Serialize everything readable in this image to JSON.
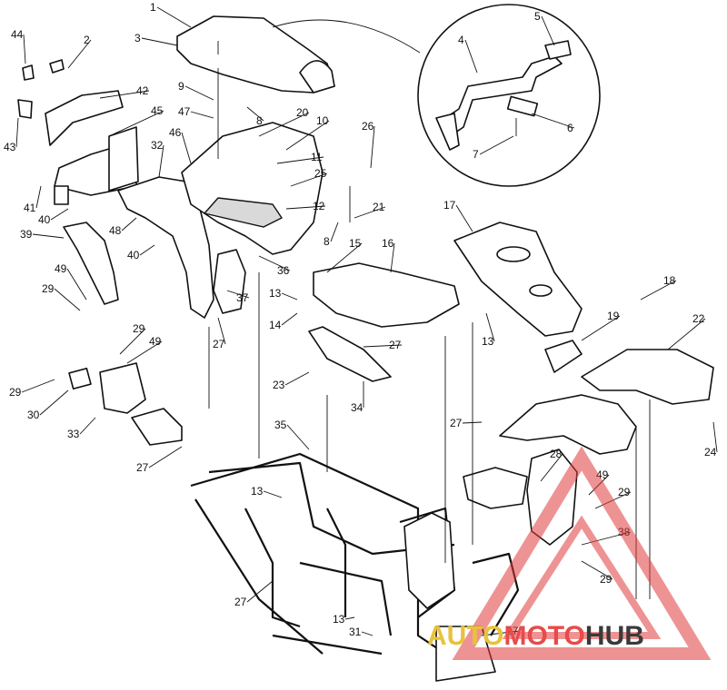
{
  "diagram": {
    "part_numbers": [
      "1",
      "2",
      "3",
      "4",
      "5",
      "6",
      "7",
      "8",
      "9",
      "10",
      "11",
      "12",
      "13",
      "14",
      "15",
      "16",
      "17",
      "18",
      "19",
      "20",
      "21",
      "22",
      "23",
      "24",
      "25",
      "26",
      "27",
      "28",
      "29",
      "30",
      "31",
      "32",
      "33",
      "34",
      "35",
      "36",
      "37",
      "38",
      "39",
      "40",
      "41",
      "42",
      "43",
      "44",
      "45",
      "46",
      "47",
      "48",
      "49"
    ]
  },
  "watermark": {
    "brand_parts": [
      "AUTO",
      "MOTO",
      "HUB"
    ],
    "colors": {
      "triangle": "#e03a3a",
      "auto": "#e8c23a",
      "moto": "#e84a4a",
      "hub": "#3a3a3a"
    }
  }
}
